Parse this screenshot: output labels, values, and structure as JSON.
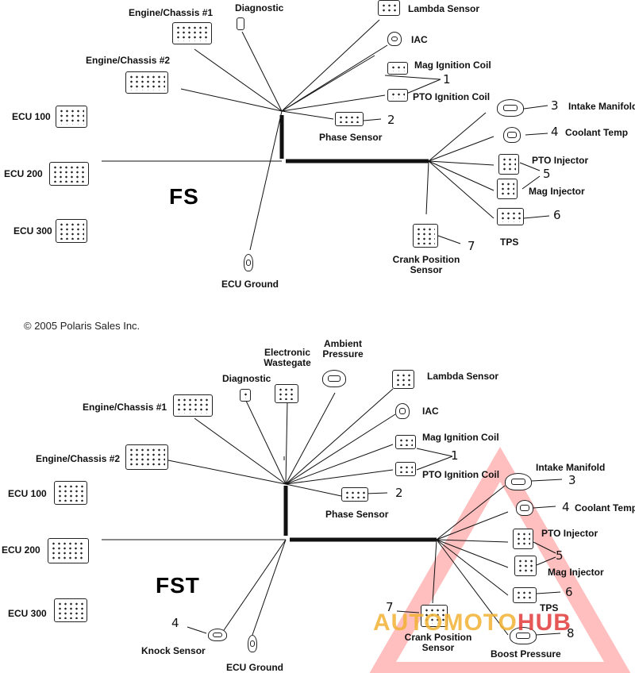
{
  "fs": {
    "title": "FS",
    "labels": {
      "engine_chassis_1": "Engine/Chassis #1",
      "diagnostic": "Diagnostic",
      "lambda_sensor": "Lambda Sensor",
      "iac": "IAC",
      "mag_ignition_coil": "Mag Ignition Coil",
      "pto_ignition_coil": "PTO Ignition Coil",
      "engine_chassis_2": "Engine/Chassis #2",
      "ecu_100": "ECU 100",
      "ecu_200": "ECU 200",
      "ecu_300": "ECU 300",
      "phase_sensor": "Phase Sensor",
      "intake_manifold": "Intake Manifold",
      "coolant_temp": "Coolant Temp",
      "pto_injector": "PTO Injector",
      "mag_injector": "Mag Injector",
      "tps": "TPS",
      "crank_position_line1": "Crank Position",
      "crank_position_line2": "Sensor",
      "ecu_ground": "ECU Ground"
    },
    "callouts": {
      "n1": "1",
      "n2": "2",
      "n3": "3",
      "n4": "4",
      "n5": "5",
      "n6": "6",
      "n7": "7"
    }
  },
  "copyright": "© 2005 Polaris Sales Inc.",
  "fst": {
    "title": "FST",
    "labels": {
      "electronic_wastegate_line1": "Electronic",
      "electronic_wastegate_line2": "Wastegate",
      "ambient_pressure_line1": "Ambient",
      "ambient_pressure_line2": "Pressure",
      "diagnostic": "Diagnostic",
      "lambda_sensor": "Lambda Sensor",
      "engine_chassis_1": "Engine/Chassis #1",
      "iac": "IAC",
      "mag_ignition_coil": "Mag Ignition Coil",
      "engine_chassis_2": "Engine/Chassis #2",
      "pto_ignition_coil": "PTO Ignition Coil",
      "intake_manifold": "Intake Manifold",
      "ecu_100": "ECU 100",
      "coolant_temp": "Coolant Temp",
      "phase_sensor": "Phase Sensor",
      "pto_injector": "PTO Injector",
      "ecu_200": "ECU 200",
      "mag_injector": "Mag Injector",
      "ecu_300": "ECU 300",
      "tps": "TPS",
      "crank_position_line1": "Crank Position",
      "crank_position_line2": "Sensor",
      "knock_sensor": "Knock Sensor",
      "ecu_ground": "ECU Ground",
      "boost_pressure": "Boost Pressure"
    },
    "callouts": {
      "n1": "1",
      "n2": "2",
      "n3": "3",
      "n4": "4",
      "n5": "5",
      "n6": "6",
      "n7": "7",
      "n8": "8",
      "n4b": "4"
    }
  },
  "watermark": {
    "text_a": "AUTO",
    "text_b": "MOTO",
    "text_c": "HUB",
    "color_red": "#e23a3a",
    "color_gold": "#f2b233"
  }
}
